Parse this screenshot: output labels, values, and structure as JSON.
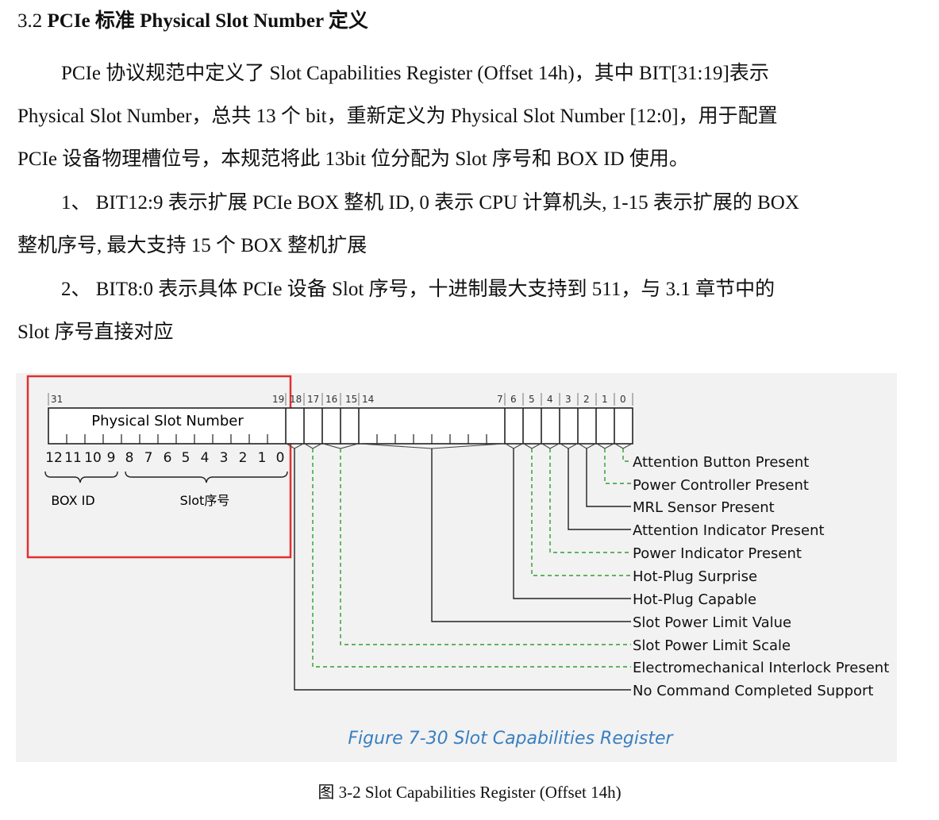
{
  "heading": {
    "prefix": "3.2 ",
    "title": "PCIe 标准 Physical Slot Number 定义"
  },
  "paragraphs": [
    "PCIe 协议规范中定义了 Slot Capabilities Register (Offset 14h)，其中 BIT[31:19]表示",
    "Physical Slot Number，总共 13 个 bit，重新定义为 Physical Slot Number [12:0]，用于配置",
    "PCIe 设备物理槽位号，本规范将此 13bit 位分配为 Slot 序号和 BOX ID 使用。",
    "1、 BIT12:9 表示扩展 PCIe BOX 整机 ID, 0 表示 CPU 计算机头, 1-15 表示扩展的 BOX",
    "整机序号, 最大支持 15 个 BOX 整机扩展",
    "2、 BIT8:0 表示具体 PCIe 设备  Slot 序号，十进制最大支持到 511，与 3.1 章节中的",
    "Slot 序号直接对应"
  ],
  "register": {
    "field_label": "Physical Slot Number",
    "bit_labels": [
      "31",
      "19",
      "18",
      "17",
      "16",
      "15",
      "14",
      "7",
      "6",
      "5",
      "4",
      "3",
      "2",
      "1",
      "0"
    ],
    "sub_bits": [
      "12",
      "11",
      "10",
      "9",
      "8",
      "7",
      "6",
      "5",
      "4",
      "3",
      "2",
      "1",
      "0"
    ],
    "group_box_id": "BOX ID",
    "group_slot": "Slot序号",
    "fields": [
      "Attention Button Present",
      "Power Controller Present",
      "MRL Sensor Present",
      "Attention Indicator Present",
      "Power Indicator Present",
      "Hot-Plug Surprise",
      "Hot-Plug Capable",
      "Slot Power Limit Value",
      "Slot Power Limit Scale",
      "Electromechanical Interlock Present",
      "No Command Completed Support"
    ],
    "figure_title": "Figure  7-30  Slot Capabilities Register"
  },
  "colors": {
    "highlight": "#e03030",
    "dashed": "#2e9e2e",
    "figure_title": "#3a7fc0",
    "gray_bg": "#f2f2f2"
  },
  "caption": "图 3-2 Slot Capabilities Register (Offset 14h)"
}
